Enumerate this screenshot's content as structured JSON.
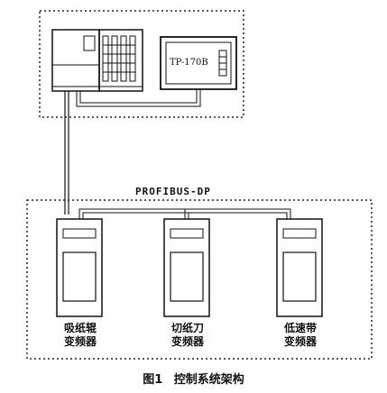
{
  "control_panel": {
    "hmi_model": "TP-170B"
  },
  "network": {
    "bus_label": "PROFIBUS-DP"
  },
  "drives": [
    {
      "line1": "吸纸辊",
      "line2": "变频器"
    },
    {
      "line1": "切纸刀",
      "line2": "变频器"
    },
    {
      "line1": "低速带",
      "line2": "变频器"
    }
  ],
  "figure": {
    "number": "图1",
    "title": "控制系统架构"
  }
}
